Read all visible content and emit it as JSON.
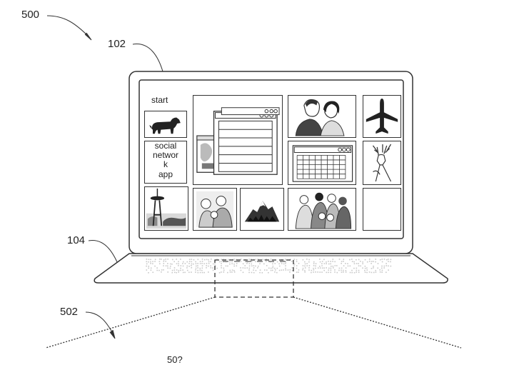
{
  "labels": {
    "figure_ref": "500",
    "device_ref": "102",
    "keyboard_ref": "104",
    "viewport_ref": "502",
    "partial_ref": "50?"
  },
  "screen": {
    "start_label": "start",
    "tiles": [
      {
        "name": "dog-tile",
        "kind": "image",
        "icon": "dog-icon"
      },
      {
        "name": "social-network-app-tile",
        "kind": "text",
        "label": "social\nnetwor\nk\napp"
      },
      {
        "name": "space-needle-tile",
        "kind": "image",
        "icon": "space-needle-icon"
      },
      {
        "name": "window-stack-tile",
        "kind": "image",
        "icon": "window-stack-icon"
      },
      {
        "name": "family-photo-tile",
        "kind": "image",
        "icon": "family-icon"
      },
      {
        "name": "mountain-tile",
        "kind": "image",
        "icon": "mountain-icon"
      },
      {
        "name": "couple-photo-tile",
        "kind": "image",
        "icon": "couple-icon"
      },
      {
        "name": "calendar-tile",
        "kind": "image",
        "icon": "calendar-icon"
      },
      {
        "name": "group-photo-tile",
        "kind": "image",
        "icon": "group-icon"
      },
      {
        "name": "airplane-tile",
        "kind": "image",
        "icon": "airplane-icon"
      },
      {
        "name": "deer-tile",
        "kind": "image",
        "icon": "deer-icon"
      },
      {
        "name": "empty-tile",
        "kind": "empty",
        "icon": ""
      }
    ]
  },
  "colors": {
    "line": "#333333",
    "fill": "#ffffff",
    "hatch": "#c8c8c8"
  }
}
